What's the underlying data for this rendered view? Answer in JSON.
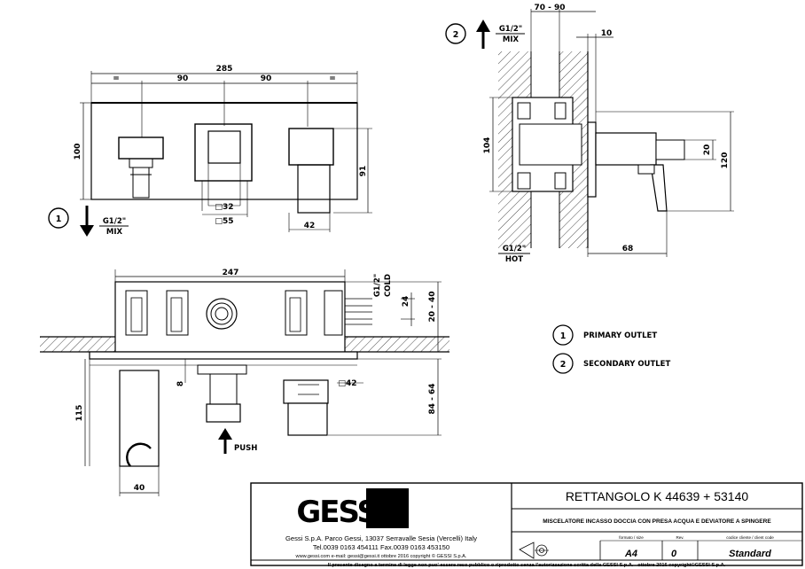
{
  "front_view": {
    "dim_total": "285",
    "dim_left_spacing": "90",
    "dim_right_spacing": "90",
    "dim_height": "100",
    "dim_right_height": "91",
    "dim_square_inner": "□32",
    "dim_square_outer": "□55",
    "dim_handle_width": "42",
    "tick_mark": "="
  },
  "outlet_1": {
    "number": "1",
    "thread": "G1/2\"",
    "type": "MIX"
  },
  "outlet_2": {
    "number": "2",
    "thread": "G1/2\"",
    "type": "MIX"
  },
  "side_view": {
    "dim_depth_range": "70 - 90",
    "dim_plate": "10",
    "dim_body_height": "104",
    "dim_stem": "20",
    "dim_total_height": "120",
    "dim_projection": "68",
    "inlet_thread": "G1/2\"",
    "inlet_type": "HOT"
  },
  "top_view": {
    "dim_width": "247",
    "inlet_thread": "G1/2\"",
    "inlet_type": "COLD",
    "dim_inlet_offset": "24",
    "dim_depth_range_1": "20 - 40",
    "dim_wall": "8",
    "dim_handle": "□42",
    "dim_projection_range": "84 - 64",
    "dim_holder_height": "115",
    "dim_holder_width": "40",
    "push_label": "PUSH"
  },
  "legend": [
    {
      "number": "1",
      "label": "PRIMARY OUTLET"
    },
    {
      "number": "2",
      "label": "SECONDARY OUTLET"
    }
  ],
  "title_block": {
    "brand": "GESSI",
    "product": "RETTANGOLO K  44639 + 53140",
    "description": "MISCELATORE INCASSO DOCCIA CON PRESA ACQUA E DEVIATORE A SPINGERE",
    "company_line": "Gessi S.p.A. Parco Gessi, 13037 Serravalle Sesia (Vercelli) Italy",
    "contact_line": "Tel.0039 0163 454111 Fax.0039 0163 453150",
    "web_line": "www.gessi.com  e-mail: gessi@gessi.it  ottobre 2016  copyright © GESSI S.p.A.",
    "format_label": "formato / size",
    "format_value": "A4",
    "rev_label": "Rev.",
    "rev_value": "0",
    "client_label": "codice cliente / client code",
    "client_value": "Standard",
    "notice": "Il presente disegno a termine di legge non puo' essere reso pubblico o riprodotto senza l'autorizzazione scritta della GESSI S.p.A. - ottobre 2016  copyright©GESSI S.p.A."
  }
}
